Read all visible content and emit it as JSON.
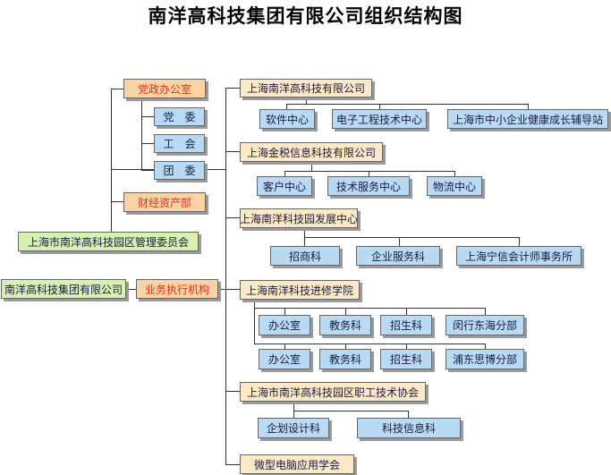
{
  "title": "南洋高科技集团有限公司组织结构图",
  "root": "南洋高科技集团有限公司",
  "business": "业务执行机构",
  "committee": "上海市南洋高科技园区管理委员会",
  "party_office": "党政办公室",
  "party_children": [
    "党　委",
    "工　会",
    "团　委"
  ],
  "finance": "财经资产部",
  "orgs": [
    {
      "name": "上海南洋高科技有限公司",
      "children": [
        "软件中心",
        "电子工程技术中心",
        "上海市中小企业健康成长辅导站"
      ]
    },
    {
      "name": "上海金税信息科技有限公司",
      "children": [
        "客户中心",
        "技术服务中心",
        "物流中心"
      ]
    },
    {
      "name": "上海南洋科技园发展中心",
      "children": [
        "招商科",
        "企业服务科",
        "上海宁信会计师事务所"
      ]
    },
    {
      "name": "上海南洋科技进修学院",
      "rows": [
        [
          "办公室",
          "教务科",
          "招生科",
          "闵行东海分部"
        ],
        [
          "办公室",
          "教务科",
          "招生科",
          "浦东思博分部"
        ]
      ]
    },
    {
      "name": "上海市南洋高科技园区职工技术协会",
      "children": [
        "企划设计科",
        "科技信息科"
      ]
    },
    {
      "name": "微型电脑应用学会"
    }
  ]
}
